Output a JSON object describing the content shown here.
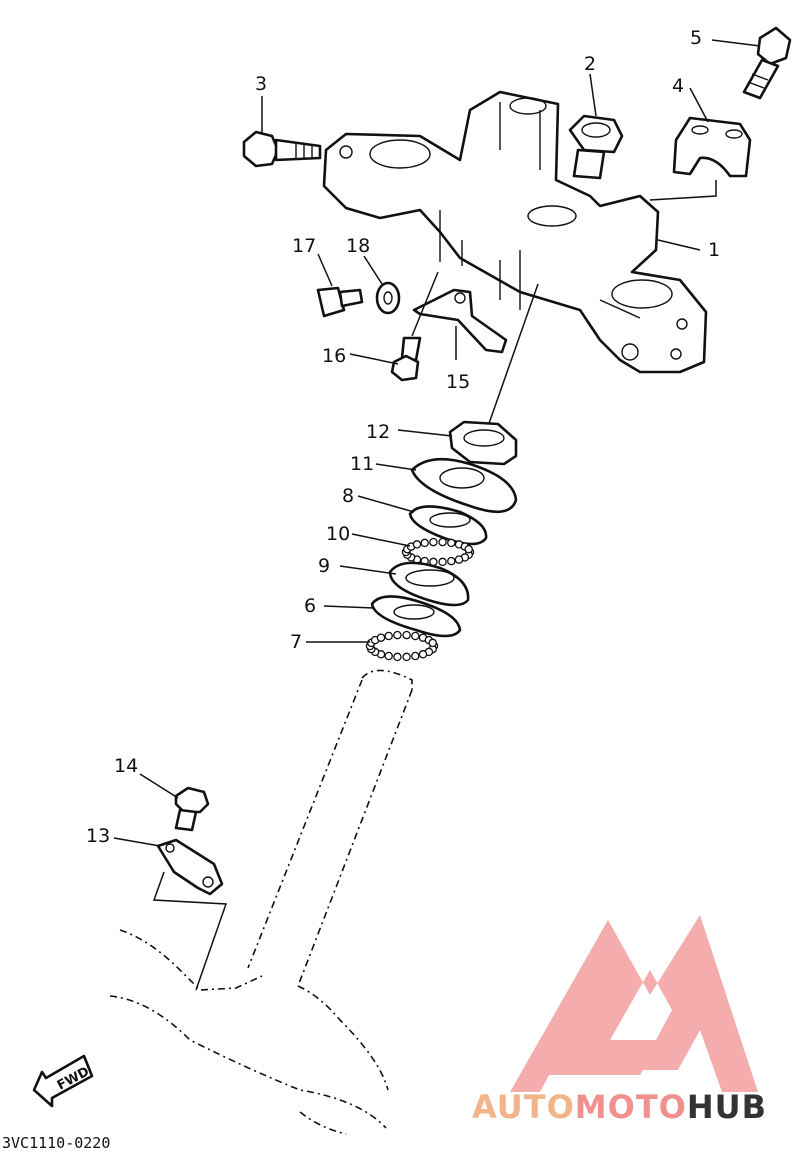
{
  "diagram": {
    "figure_code": "3VC1110-0220",
    "fwd_label": "FWD",
    "callouts": [
      {
        "id": "1",
        "text": "1"
      },
      {
        "id": "2",
        "text": "2"
      },
      {
        "id": "3",
        "text": "3"
      },
      {
        "id": "4",
        "text": "4"
      },
      {
        "id": "5",
        "text": "5"
      },
      {
        "id": "6",
        "text": "6"
      },
      {
        "id": "7",
        "text": "7"
      },
      {
        "id": "8",
        "text": "8"
      },
      {
        "id": "9",
        "text": "9"
      },
      {
        "id": "10",
        "text": "10"
      },
      {
        "id": "11",
        "text": "11"
      },
      {
        "id": "12",
        "text": "12"
      },
      {
        "id": "13",
        "text": "13"
      },
      {
        "id": "14",
        "text": "14"
      },
      {
        "id": "15",
        "text": "15"
      },
      {
        "id": "16",
        "text": "16"
      },
      {
        "id": "17",
        "text": "17"
      },
      {
        "id": "18",
        "text": "18"
      }
    ]
  },
  "watermark": {
    "part1": "AUTO",
    "part2": "MOTO",
    "part3": "HUB",
    "colors": {
      "auto": "#f3b48a",
      "moto": "#f28f8f",
      "hub": "#333333",
      "logo": "#f4a3a3"
    }
  }
}
